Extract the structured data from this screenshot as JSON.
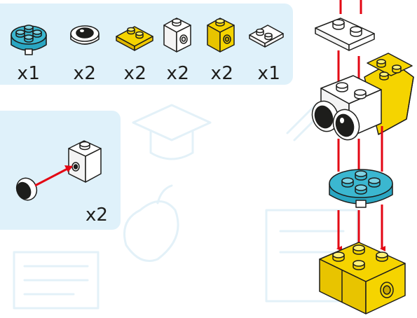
{
  "parts": [
    {
      "icon": "round-plate-blue-icon",
      "qty": "x1",
      "color": "#3bb7d0"
    },
    {
      "icon": "eye-tile-icon",
      "qty": "x2",
      "color": "#1d1d1b"
    },
    {
      "icon": "slope-yellow-icon",
      "qty": "x2",
      "color": "#f5d400"
    },
    {
      "icon": "technic-brick-white-icon",
      "qty": "x2",
      "color": "#ffffff"
    },
    {
      "icon": "technic-brick-yellow-icon",
      "qty": "x2",
      "color": "#f5d400"
    },
    {
      "icon": "plate-1x2-white-icon",
      "qty": "x1",
      "color": "#ffffff"
    }
  ],
  "subassembly": {
    "qty": "x2",
    "arrow_color": "#e30613"
  },
  "colors": {
    "panel": "#dff1fa",
    "arrow": "#e30613",
    "outline": "#1d1d1b",
    "doodle": "#e6f3f9"
  }
}
